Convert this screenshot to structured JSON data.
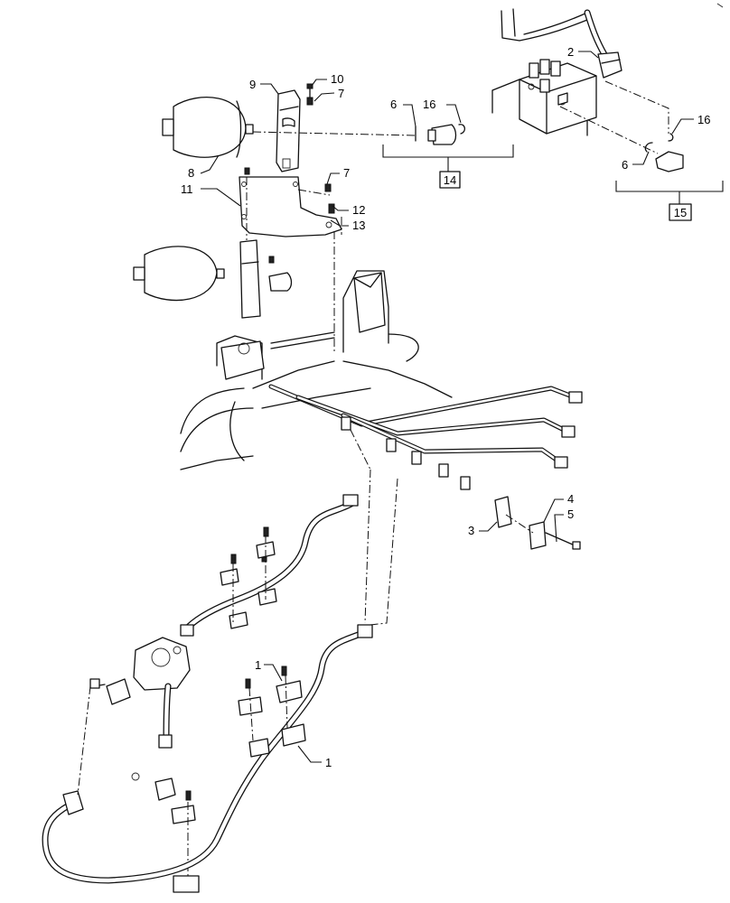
{
  "callouts": {
    "c1a": "1",
    "c1b": "1",
    "c2": "2",
    "c3": "3",
    "c4": "4",
    "c5": "5",
    "c6a": "6",
    "c6b": "6",
    "c7a": "7",
    "c7b": "7",
    "c8": "8",
    "c9": "9",
    "c10": "10",
    "c11": "11",
    "c12": "12",
    "c13": "13",
    "c16a": "16",
    "c16b": "16"
  },
  "groups": {
    "g14": "14",
    "g15": "15"
  }
}
